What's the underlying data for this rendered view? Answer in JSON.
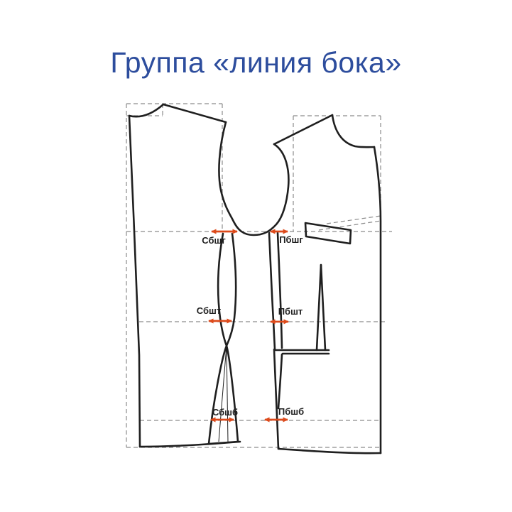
{
  "title": {
    "text": "Группа «линия бока»"
  },
  "colors": {
    "accent": "#2d4d9d",
    "line": "#1f1f1f",
    "guide": "#8c8c8c",
    "arrow": "#dd4a1b",
    "bg": "#ffffff"
  },
  "diagram": {
    "measurements": [
      {
        "id": "sbshg",
        "label": "Сбшг"
      },
      {
        "id": "pbshg",
        "label": "Пбшг"
      },
      {
        "id": "sbsht",
        "label": "Сбшт"
      },
      {
        "id": "pbsht",
        "label": "Пбшт"
      },
      {
        "id": "sbshb",
        "label": "Сбшб"
      },
      {
        "id": "pbshb",
        "label": "Пбшб"
      }
    ]
  }
}
